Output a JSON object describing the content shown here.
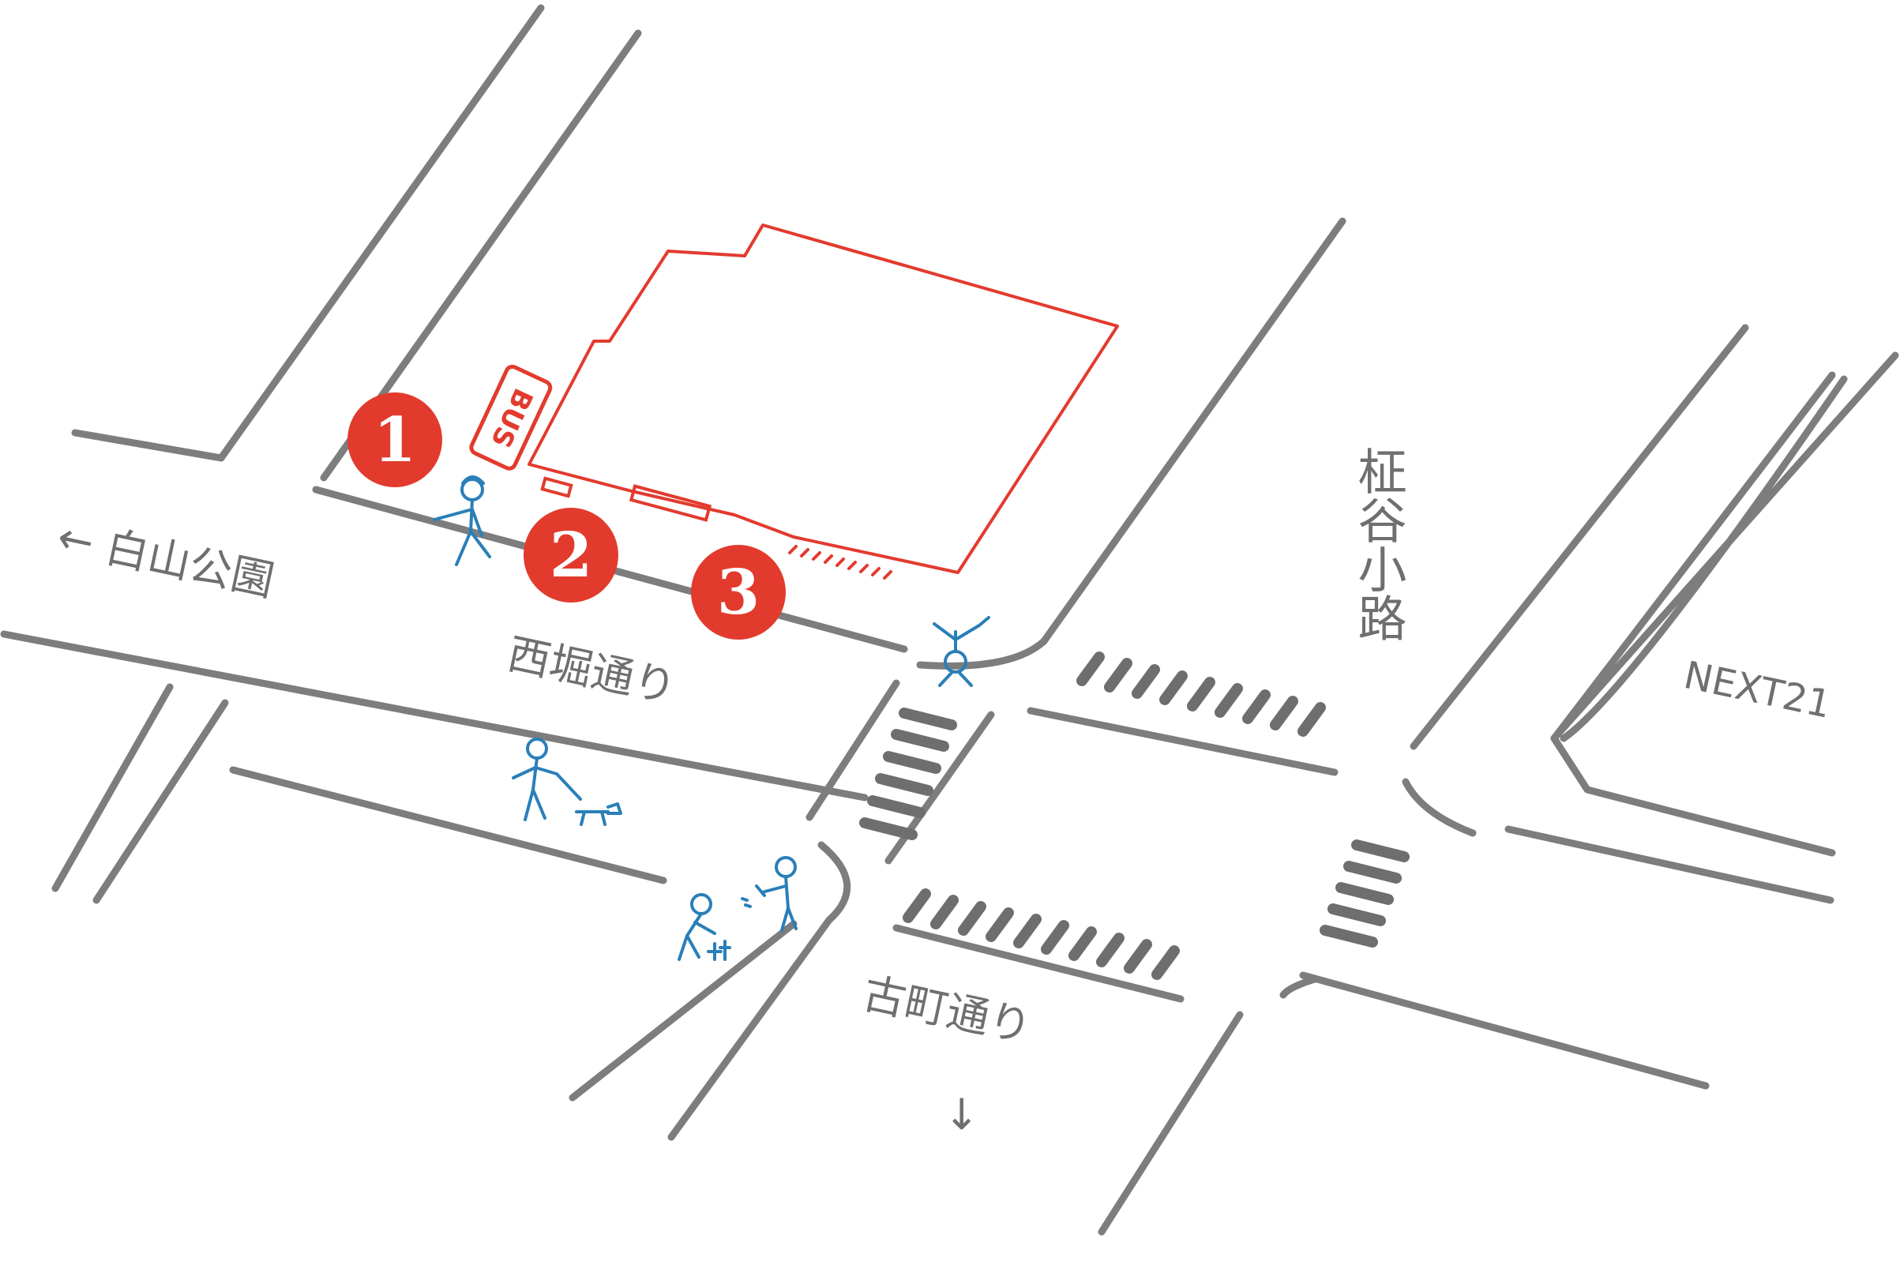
{
  "map": {
    "street_labels": {
      "hakusan_koen": "← 白山公園",
      "nishibori_dori": "西堀通り",
      "kaki_koji": "柾谷小路",
      "furumachi_dori": "古町通り",
      "furumachi_arrow": "↓"
    },
    "building_label": "NEXT21",
    "bus_stop_label": "BUS",
    "markers": [
      "1",
      "2",
      "3"
    ],
    "colors": {
      "road": "#7d7d7d",
      "accent_red": "#e23b2e",
      "people_blue": "#2a7fb8",
      "background": "#ffffff"
    }
  }
}
